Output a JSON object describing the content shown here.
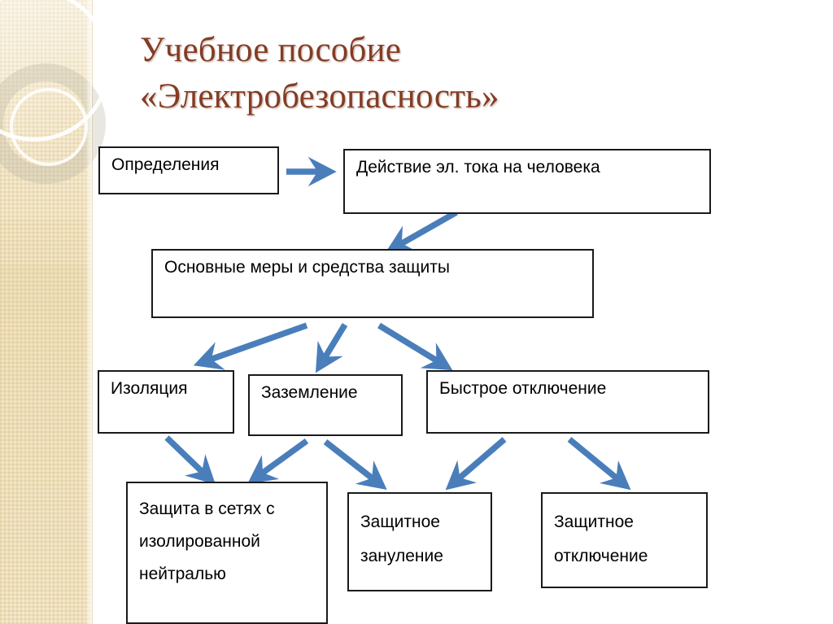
{
  "slide": {
    "background_color": "#ffffff",
    "sidebar": {
      "name": "decorative-sidebar",
      "base_color": "#f3e6c6",
      "ring_color": "#ffffff"
    },
    "title": {
      "text": "Учебное пособие\n«Электробезопасность»",
      "color": "#843c24"
    }
  },
  "diagram": {
    "type": "flowchart",
    "box_border_color": "#1a1a1a",
    "box_fill_color": "#ffffff",
    "arrow_color": "#4a7ebb",
    "nodes": [
      {
        "id": "definitions",
        "label": "Определения"
      },
      {
        "id": "action",
        "label": "Действие эл. тока на человека"
      },
      {
        "id": "measures",
        "label": "Основные меры и средства защиты"
      },
      {
        "id": "isolation",
        "label": "Изоляция"
      },
      {
        "id": "grounding",
        "label": "Заземление"
      },
      {
        "id": "fast_off",
        "label": "Быстрое отключение"
      },
      {
        "id": "neutral",
        "label": "Защита в сетях с\nизолированной\nнейтралью"
      },
      {
        "id": "zeroing",
        "label": "Защитное\nзануление"
      },
      {
        "id": "shutdown",
        "label": "Защитное\nотключение"
      }
    ],
    "edges": [
      {
        "from": "definitions",
        "to": "action",
        "direction": "right"
      },
      {
        "from": "action",
        "to": "measures",
        "direction": "down-left"
      },
      {
        "from": "measures",
        "to": "isolation",
        "direction": "down-left"
      },
      {
        "from": "measures",
        "to": "grounding",
        "direction": "down-left"
      },
      {
        "from": "measures",
        "to": "fast_off",
        "direction": "down-right"
      },
      {
        "from": "isolation",
        "to": "neutral",
        "direction": "down-right"
      },
      {
        "from": "grounding",
        "to": "neutral",
        "direction": "down-left"
      },
      {
        "from": "grounding",
        "to": "zeroing",
        "direction": "down-right"
      },
      {
        "from": "fast_off",
        "to": "zeroing",
        "direction": "down-left"
      },
      {
        "from": "fast_off",
        "to": "shutdown",
        "direction": "down-right"
      }
    ]
  }
}
